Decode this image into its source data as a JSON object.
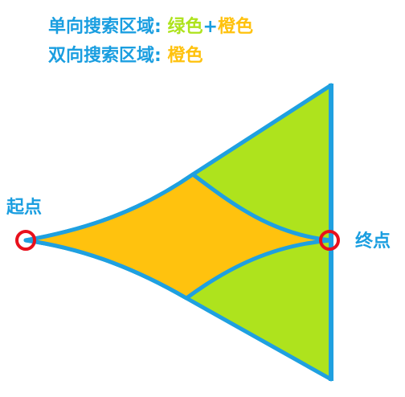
{
  "colors": {
    "text_blue": "#1a9ee0",
    "green": "#aee31d",
    "orange": "#ffc20e",
    "outline_blue": "#1fa0e0",
    "node_red": "#e8101c"
  },
  "legend": {
    "unidirectional": {
      "label": "单向搜索区域:",
      "green_text": "绿色",
      "plus": "+",
      "orange_text": "橙色"
    },
    "bidirectional": {
      "label": "双向搜索区域:",
      "orange_text": "橙色"
    }
  },
  "nodes": {
    "start_label": "起点",
    "end_label": "终点"
  }
}
